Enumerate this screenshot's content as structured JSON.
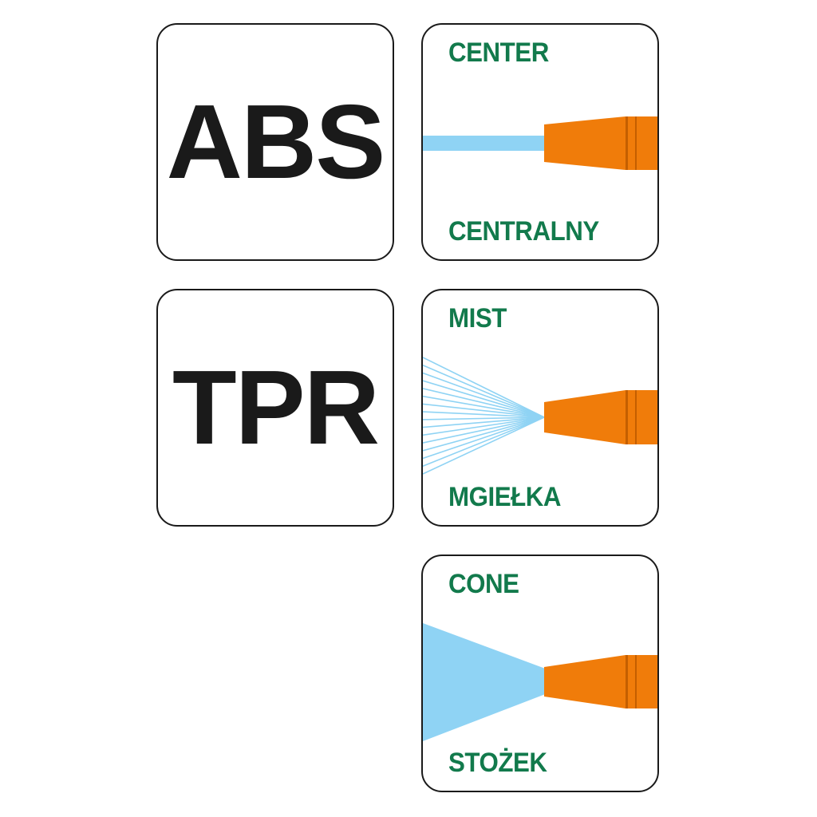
{
  "materials": [
    {
      "label": "ABS"
    },
    {
      "label": "TPR"
    }
  ],
  "spray_modes": [
    {
      "title_en": "CENTER",
      "title_pl": "CENTRALNY",
      "pattern": "jet"
    },
    {
      "title_en": "MIST",
      "title_pl": "MGIEŁKA",
      "pattern": "mist"
    },
    {
      "title_en": "CONE",
      "title_pl": "STOŻEK",
      "pattern": "cone"
    }
  ],
  "colors": {
    "label_green": "#127a4c",
    "nozzle_orange": "#f07c0a",
    "nozzle_dark": "#c45f00",
    "water_blue": "#8fd3f4",
    "border": "#1a1a1a"
  }
}
